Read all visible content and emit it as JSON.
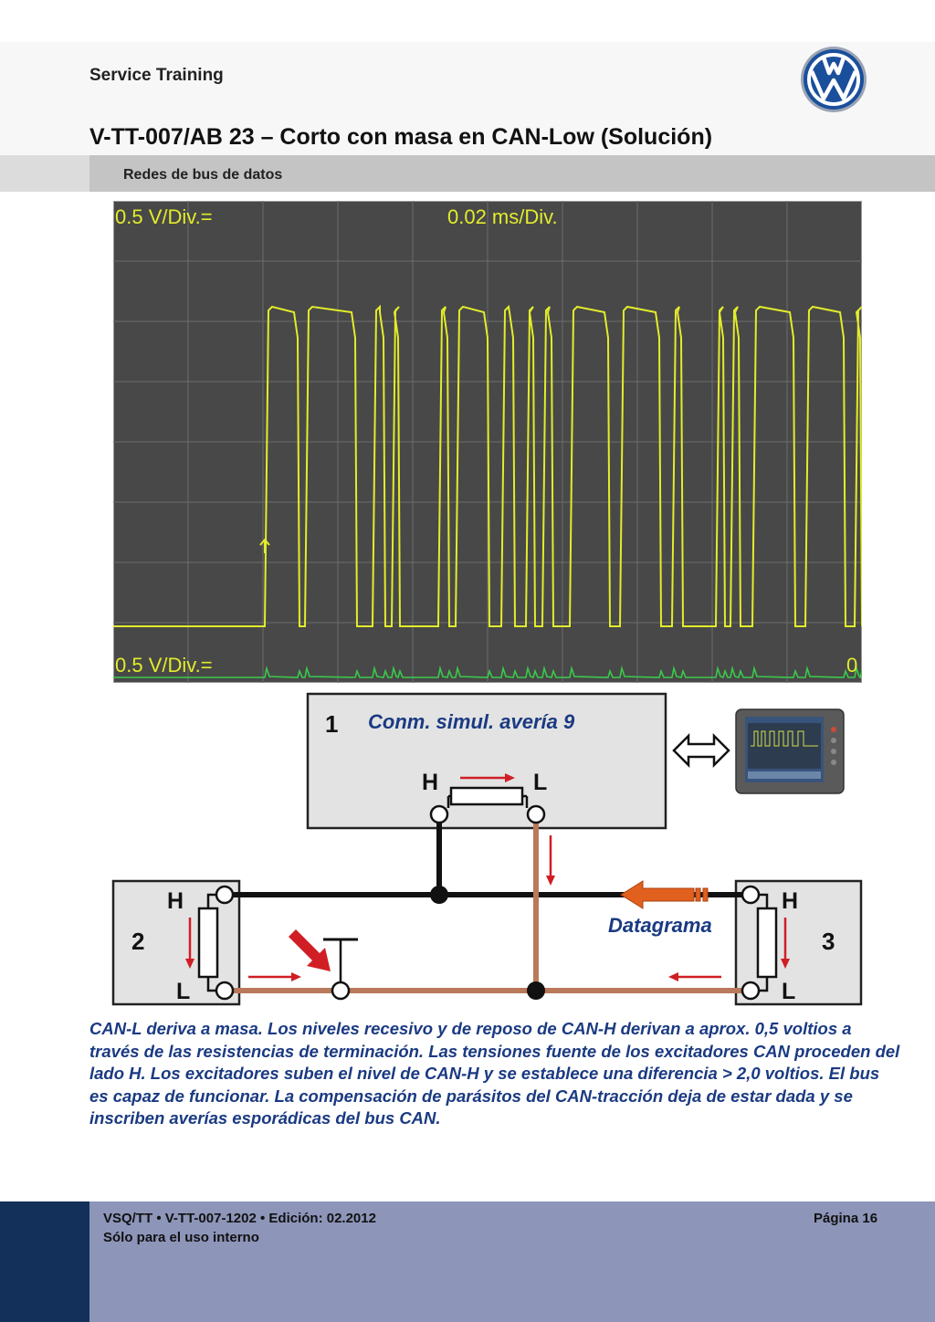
{
  "header": {
    "service_label": "Service Training",
    "title": "V-TT-007/AB 23 – Corto con masa en CAN-Low (Solución)",
    "subtitle": "Redes de bus de datos"
  },
  "oscilloscope": {
    "ch1_scale": "0.5 V/Div.=",
    "time_scale": "0.02 ms/Div.",
    "ch2_scale": "0.5 V/Div.=",
    "ch2_marker": "0"
  },
  "diagram": {
    "box1_number": "1",
    "box1_label": "Conm. simul. avería 9",
    "box1_h": "H",
    "box1_l": "L",
    "box2_number": "2",
    "box2_h": "H",
    "box2_l": "L",
    "box3_number": "3",
    "box3_h": "H",
    "box3_l": "L",
    "datagram_label": "Datagrama"
  },
  "body_text": "CAN-L deriva a masa. Los niveles recesivo y de reposo de CAN-H derivan a aprox. 0,5 voltios a través de las resistencias de terminación. Las tensiones fuente de los excitadores CAN proceden del lado H. Los excitadores suben el nivel de CAN-H y se establece una diferencia  > 2,0 voltios. El bus es capaz de funcionar. La compensación de parásitos del CAN-tracción deja de estar dada y se inscriben averías esporádicas del bus CAN.",
  "footer": {
    "line1": "VSQ/TT • V-TT-007-1202 • Edición: 02.2012",
    "line2": "Sólo para el uso interno",
    "page": "Página  16"
  },
  "colors": {
    "footer_band": "#8d95b9",
    "footer_dark": "#12305a",
    "text_blue": "#1a3a82",
    "scope_bg": "#484848",
    "trace_yellow": "#e2ec2a",
    "trace_green": "#3ac94a",
    "can_low_wire": "#b87a5a",
    "arrow_red": "#d01e24",
    "arrow_orange": "#e2601e"
  },
  "icons": [
    "vw-logo-icon",
    "double-arrow-icon",
    "diagnostic-tester-icon",
    "ground-symbol-icon"
  ]
}
